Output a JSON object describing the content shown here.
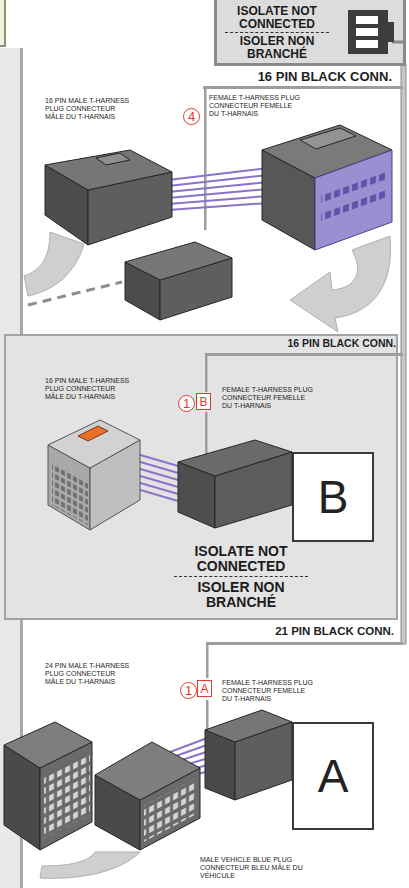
{
  "diagram": {
    "nodes": [
      {
        "text": [
          "ISOLATE NOT CONNECTED",
          "ISOLER NON BRANCHÉ"
        ]
      },
      {
        "text": [
          "4"
        ]
      },
      {
        "text": [
          "ISOLATE NOT CONNECTED",
          "ISOLER NON BRANCHÉ"
        ]
      },
      {
        "text": [
          "1"
        ],
        "in": 2
      },
      {
        "text": [
          "B"
        ],
        "in": 2
      },
      {
        "text": [
          "B"
        ],
        "in": 2
      },
      {
        "text": [
          "1"
        ]
      },
      {
        "text": [
          "A"
        ]
      },
      {
        "text": [
          "A"
        ]
      }
    ],
    "labels": [
      "16 PIN BLACK CONN.",
      "16 PIN MALE T-HARNESS PLUG CONNECTEUR MÂLE DU T-HARNAIS",
      "FEMALE T-HARNESS PLUG CONNECTEUR FEMELLE DU T-HARNAIS",
      "16 PIN BLACK CONN.",
      "16 PIN MALE T-HARNESS PLUG CONNECTEUR MÂLE DU T-HARNAIS",
      "FEMALE T-HARNESS PLUG CONNECTEUR FEMELLE DU T-HARNAIS",
      "21 PIN BLACK CONN.",
      "24 PIN MALE T-HARNESS PLUG CONNECTEUR MÂLE DU T-HARNAIS",
      "FEMALE T-HARNESS PLUG CONNECTEUR FEMELLE DU T-HARNAIS",
      "MALE VEHICLE BLUE PLUG CONNECTEUR BLEU MÂLE DU VÉHICULE"
    ]
  }
}
